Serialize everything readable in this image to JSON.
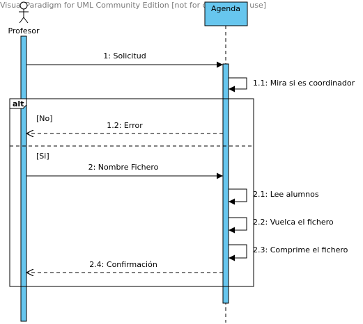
{
  "watermark": "Visual Paradigm for UML Community Edition [not for commercial use]",
  "lifelines": {
    "actor": {
      "name": "Profesor",
      "icon": "stick-figure-actor-icon"
    },
    "object": {
      "name": "Agenda"
    }
  },
  "fragment": {
    "operator": "alt",
    "guards": [
      "[No]",
      "[Si]"
    ]
  },
  "messages": [
    {
      "label": "1: Solicitud",
      "kind": "sync"
    },
    {
      "label": "1.1: Mira si es coordinador",
      "kind": "self"
    },
    {
      "label": "1.2: Error",
      "kind": "return"
    },
    {
      "label": "2: Nombre Fichero",
      "kind": "sync"
    },
    {
      "label": "2.1: Lee alumnos",
      "kind": "self"
    },
    {
      "label": "2.2: Vuelca el fichero",
      "kind": "self"
    },
    {
      "label": "2.3: Comprime el fichero",
      "kind": "self"
    },
    {
      "label": "2.4: Confirmación",
      "kind": "return"
    }
  ],
  "colors": {
    "activation": "#67C6EE",
    "object_box": "#67C6EE",
    "line": "#000000"
  }
}
